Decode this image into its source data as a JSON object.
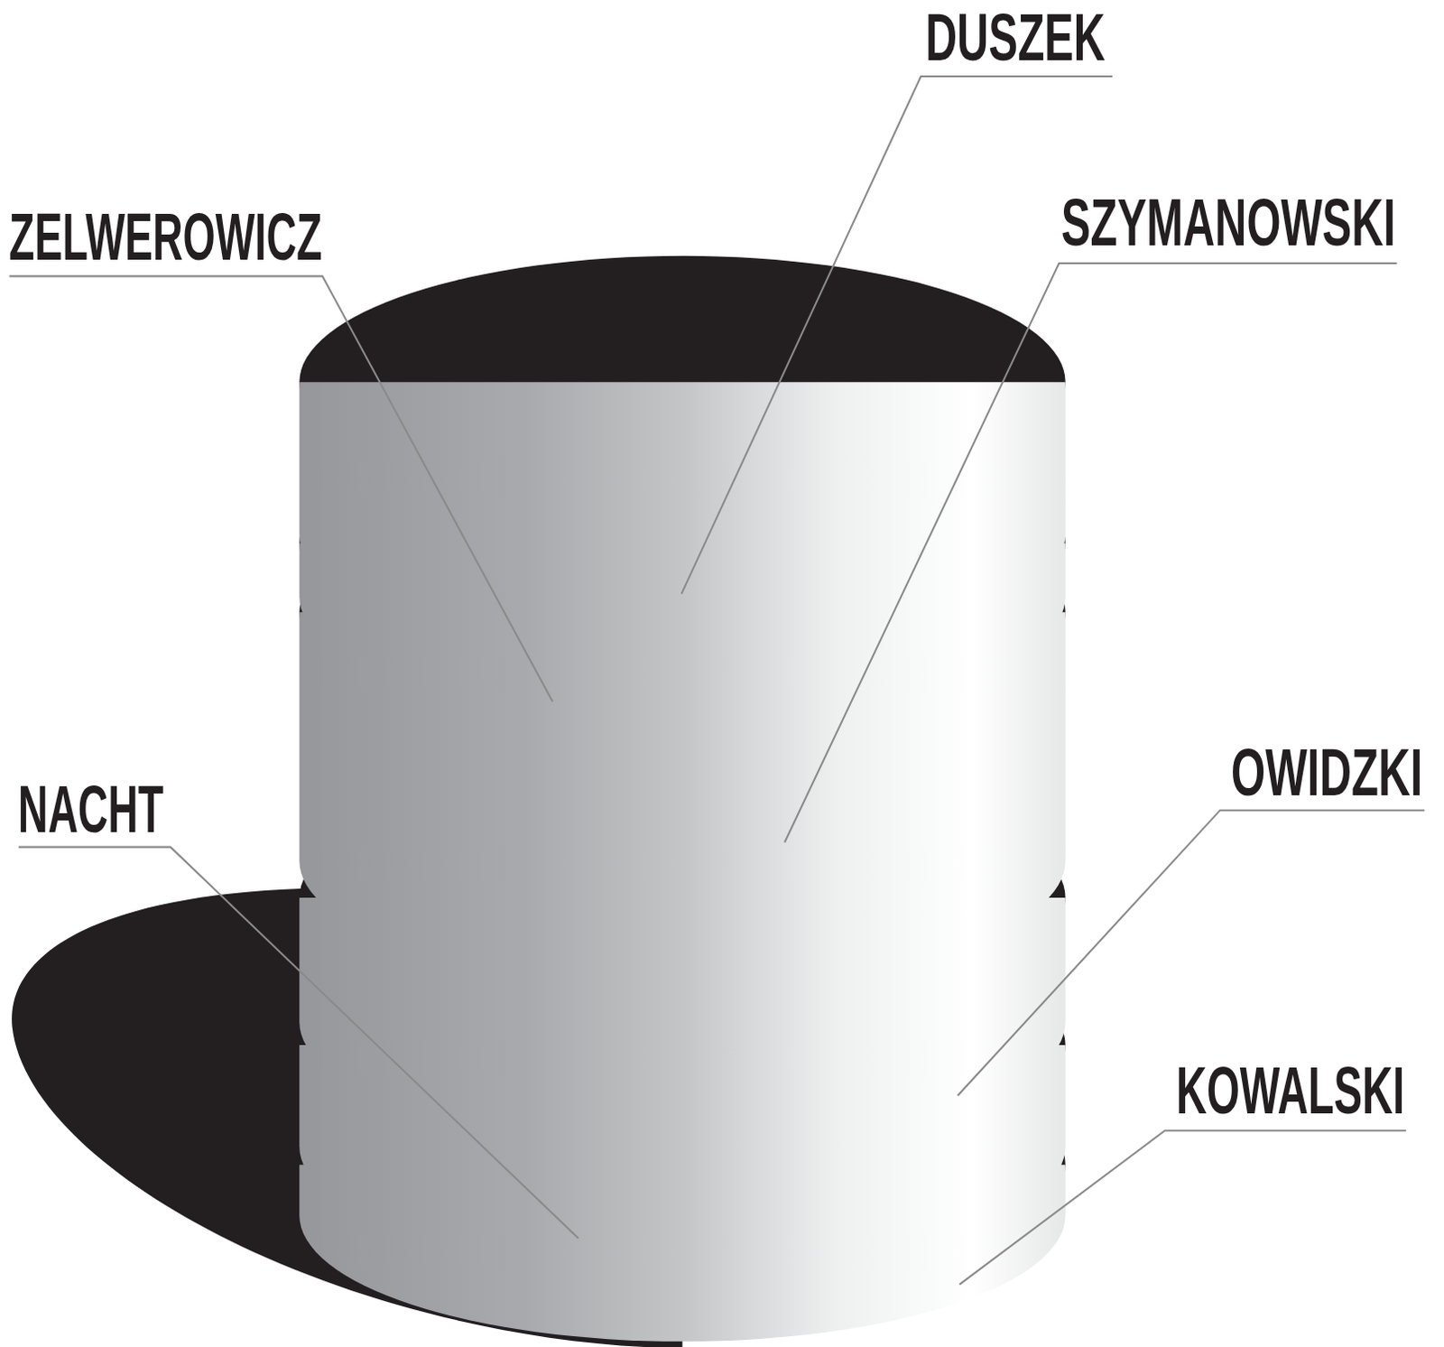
{
  "diagram": {
    "labels": [
      "DUSZEK",
      "ZELWEROWICZ",
      "SZYMANOWSKI",
      "NACHT",
      "OWIDZKI",
      "KOWALSKI"
    ]
  }
}
